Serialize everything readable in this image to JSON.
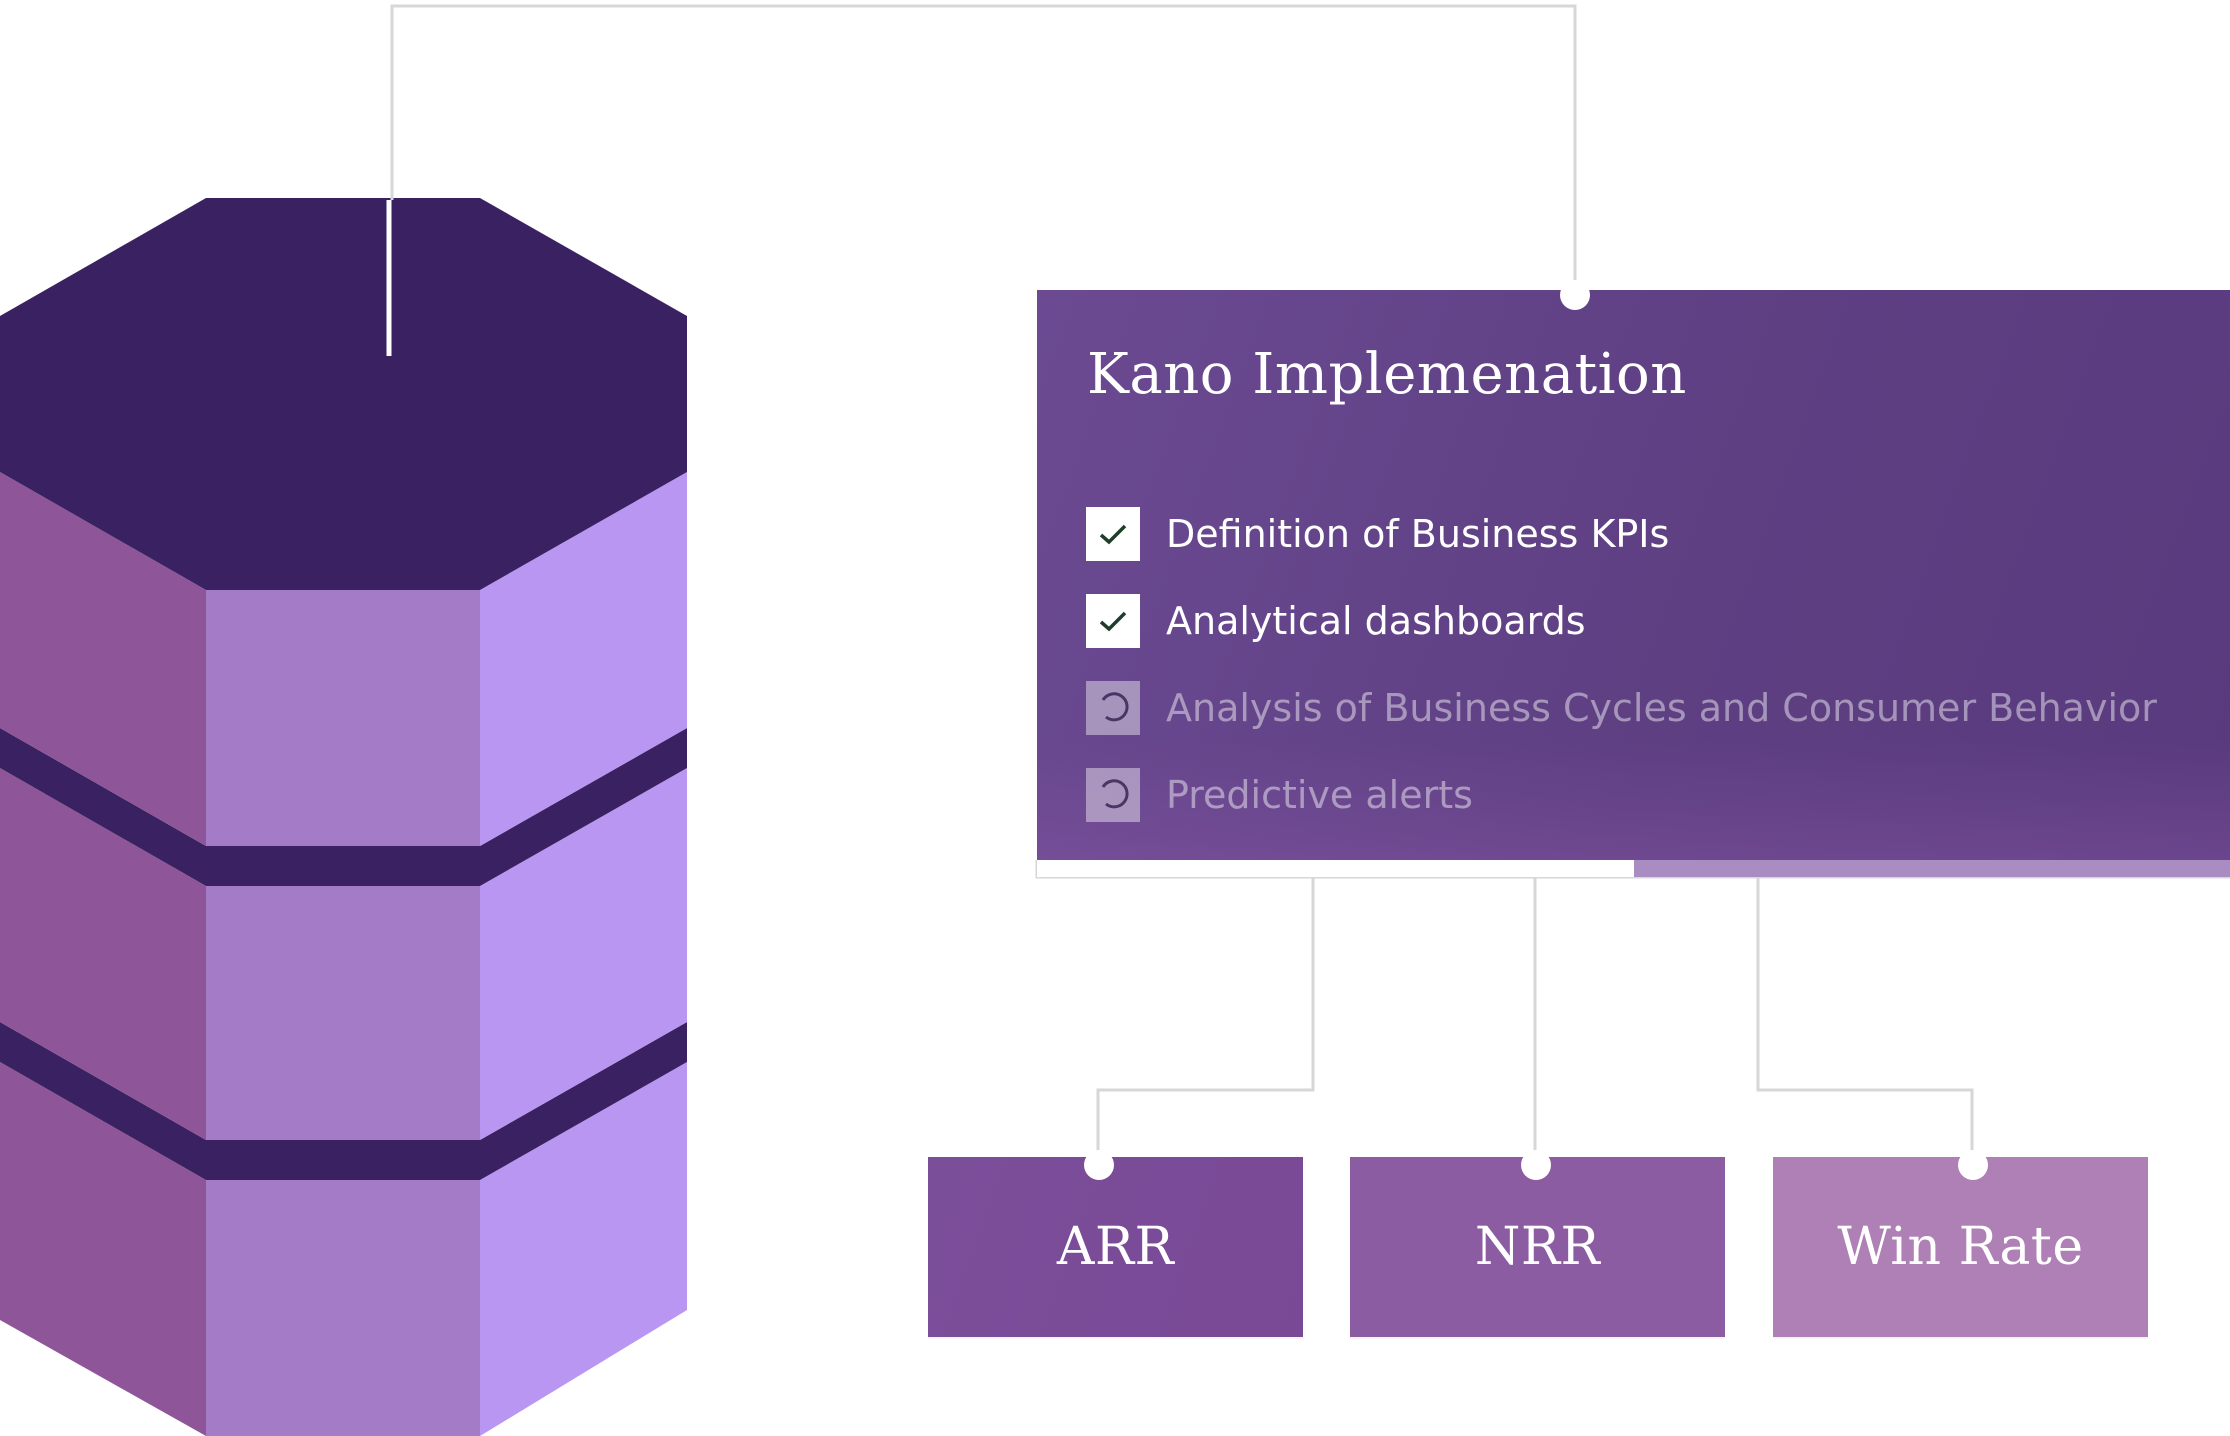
{
  "card": {
    "title": "Kano Implemenation",
    "items": [
      {
        "label": "Definition of Business KPIs",
        "status": "done",
        "icon": "check-icon"
      },
      {
        "label": "Analytical dashboards",
        "status": "done",
        "icon": "check-icon"
      },
      {
        "label": "Analysis of Business Cycles and Consumer Behavior",
        "status": "pending",
        "icon": "spinner-icon"
      },
      {
        "label": "Predictive alerts",
        "status": "pending",
        "icon": "spinner-icon"
      }
    ],
    "progress": 0.5
  },
  "metrics": [
    {
      "label": "ARR"
    },
    {
      "label": "NRR"
    },
    {
      "label": "Win Rate"
    }
  ],
  "colors": {
    "stack_top": "#3a2161",
    "stack_left": "#8e5698",
    "stack_front": "#a47bc7",
    "stack_right": "#b896f1",
    "stack_band": "#3a2161",
    "connector": "#d7d7d7",
    "check": "#1f3d2a"
  }
}
